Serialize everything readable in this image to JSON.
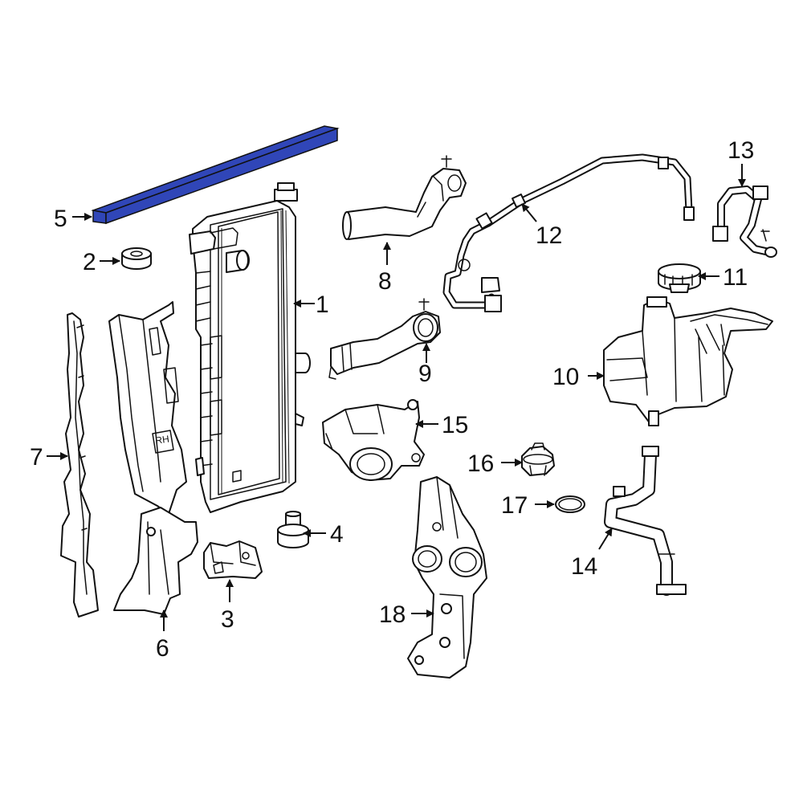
{
  "highlight_color": "#3046B8",
  "callouts": [
    {
      "id": "1",
      "label": "1"
    },
    {
      "id": "2",
      "label": "2"
    },
    {
      "id": "3",
      "label": "3"
    },
    {
      "id": "4",
      "label": "4"
    },
    {
      "id": "5",
      "label": "5"
    },
    {
      "id": "6",
      "label": "6"
    },
    {
      "id": "7",
      "label": "7"
    },
    {
      "id": "8",
      "label": "8"
    },
    {
      "id": "9",
      "label": "9"
    },
    {
      "id": "10",
      "label": "10"
    },
    {
      "id": "11",
      "label": "11"
    },
    {
      "id": "12",
      "label": "12"
    },
    {
      "id": "13",
      "label": "13"
    },
    {
      "id": "14",
      "label": "14"
    },
    {
      "id": "15",
      "label": "15"
    },
    {
      "id": "16",
      "label": "16"
    },
    {
      "id": "17",
      "label": "17"
    },
    {
      "id": "18",
      "label": "18"
    }
  ],
  "embossed_text": {
    "rh": "RH"
  }
}
